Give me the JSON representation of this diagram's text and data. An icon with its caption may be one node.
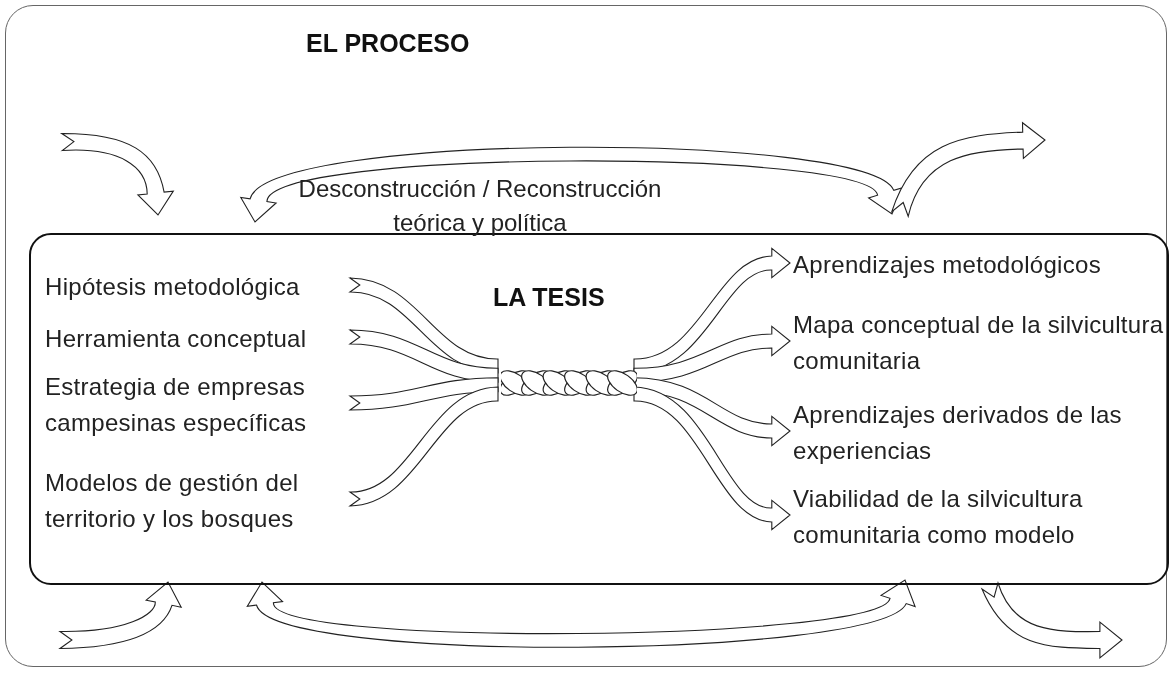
{
  "diagram": {
    "nodes": [
      {
        "text": [
          "EL PROCESO"
        ]
      },
      {
        "text": [
          "LA TESIS"
        ],
        "in": 0
      },
      {
        "text": [
          "Hipótesis metodológica"
        ],
        "in": 1
      },
      {
        "text": [
          "Herramienta conceptual"
        ],
        "in": 1
      },
      {
        "text": [
          "Estrategia de empresas campesinas específicas"
        ],
        "in": 1
      },
      {
        "text": [
          "Modelos de gestión del territorio y los bosques"
        ],
        "in": 1
      },
      {
        "text": [],
        "shape": "braid",
        "in": 1
      },
      {
        "text": [
          "Aprendizajes metodológicos"
        ],
        "in": 1
      },
      {
        "text": [
          "Mapa conceptual de la silvicultura comunitaria"
        ],
        "in": 1
      },
      {
        "text": [
          "Aprendizajes derivados de las experiencias"
        ],
        "in": 1
      },
      {
        "text": [
          "Viabilidad de la silvicultura comunitaria como modelo"
        ],
        "in": 1
      }
    ],
    "edges": [
      {
        "from": 2,
        "to": 6,
        "arrow": "none"
      },
      {
        "from": 3,
        "to": 6,
        "arrow": "none"
      },
      {
        "from": 4,
        "to": 6,
        "arrow": "none"
      },
      {
        "from": 5,
        "to": 6,
        "arrow": "none"
      },
      {
        "from": 6,
        "to": 7,
        "arrow": "to"
      },
      {
        "from": 6,
        "to": 8,
        "arrow": "to"
      },
      {
        "from": 6,
        "to": 9,
        "arrow": "to"
      },
      {
        "from": 6,
        "to": 10,
        "arrow": "to"
      }
    ],
    "labels": [
      "Desconstrucción / Reconstrucción teórica y política"
    ]
  }
}
